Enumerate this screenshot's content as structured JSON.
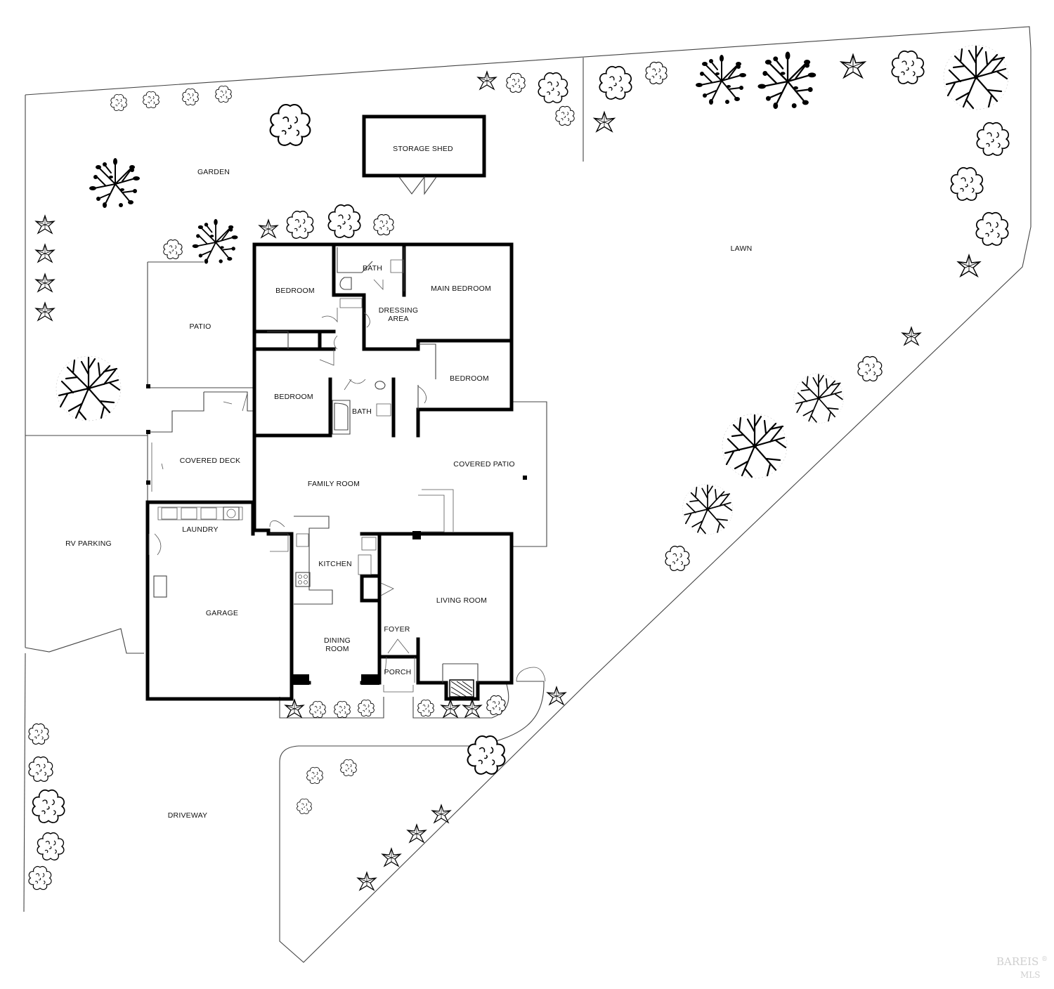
{
  "rooms": {
    "storage_shed": "STORAGE SHED",
    "garden": "GARDEN",
    "lawn": "LAWN",
    "patio": "PATIO",
    "bedroom_nw": "BEDROOM",
    "bath_north": "BATH",
    "main_bedroom": "MAIN BEDROOM",
    "dressing_area_1": "DRESSING",
    "dressing_area_2": "AREA",
    "bedroom_east": "BEDROOM",
    "bedroom_mid": "BEDROOM",
    "bath_mid": "BATH",
    "covered_deck": "COVERED DECK",
    "covered_patio": "COVERED PATIO",
    "family_room": "FAMILY ROOM",
    "laundry": "LAUNDRY",
    "rv_parking": "RV PARKING",
    "kitchen": "KITCHEN",
    "living_room": "LIVING ROOM",
    "garage": "GARAGE",
    "foyer": "FOYER",
    "dining_room_1": "DINING",
    "dining_room_2": "ROOM",
    "porch": "PORCH",
    "driveway": "DRIVEWAY"
  },
  "watermark": {
    "brand": "BAREIS",
    "sub": "MLS",
    "mark": "®"
  },
  "icons": {
    "tree": "deciduous-tree-icon",
    "shrub": "shrub-icon",
    "plant": "star-plant-icon"
  }
}
